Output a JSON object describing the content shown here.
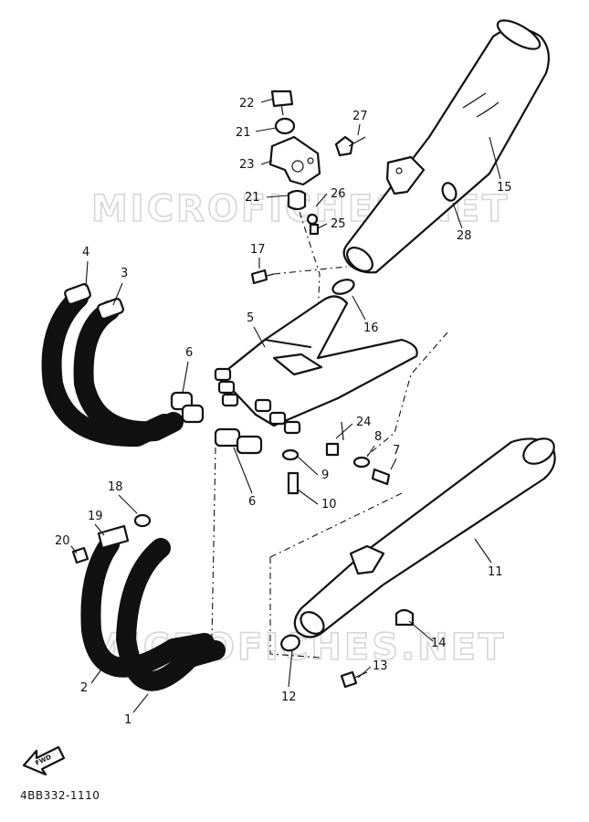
{
  "watermark": "MICROFICHES.NET",
  "diagram_code": "4BB332-1110",
  "front_arrow_label": "FWD",
  "callouts": [
    {
      "id": "c22",
      "label": "22"
    },
    {
      "id": "c21a",
      "label": "21"
    },
    {
      "id": "c23",
      "label": "23"
    },
    {
      "id": "c21b",
      "label": "21"
    },
    {
      "id": "c26",
      "label": "26"
    },
    {
      "id": "c25",
      "label": "25"
    },
    {
      "id": "c27",
      "label": "27"
    },
    {
      "id": "c15",
      "label": "15"
    },
    {
      "id": "c28",
      "label": "28"
    },
    {
      "id": "c17",
      "label": "17"
    },
    {
      "id": "c16",
      "label": "16"
    },
    {
      "id": "c4",
      "label": "4"
    },
    {
      "id": "c3",
      "label": "3"
    },
    {
      "id": "c5",
      "label": "5"
    },
    {
      "id": "c6a",
      "label": "6"
    },
    {
      "id": "c6b",
      "label": "6"
    },
    {
      "id": "c24",
      "label": "24"
    },
    {
      "id": "c8",
      "label": "8"
    },
    {
      "id": "c7",
      "label": "7"
    },
    {
      "id": "c9",
      "label": "9"
    },
    {
      "id": "c10",
      "label": "10"
    },
    {
      "id": "c18",
      "label": "18"
    },
    {
      "id": "c19",
      "label": "19"
    },
    {
      "id": "c20",
      "label": "20"
    },
    {
      "id": "c11",
      "label": "11"
    },
    {
      "id": "c14",
      "label": "14"
    },
    {
      "id": "c13",
      "label": "13"
    },
    {
      "id": "c12",
      "label": "12"
    },
    {
      "id": "c2",
      "label": "2"
    },
    {
      "id": "c1",
      "label": "1"
    }
  ]
}
